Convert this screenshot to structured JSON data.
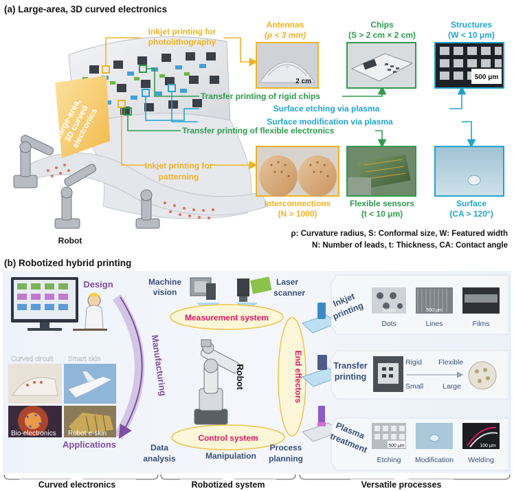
{
  "panel_a": {
    "title": "(a) Large-area, 3D curved electronics",
    "badge": [
      "Large-area,",
      "3D curved",
      "electronics"
    ],
    "robot": "Robot",
    "inkjet_litho": [
      "Inkjet printing for",
      "photolithography"
    ],
    "inkjet_pattern": [
      "Inkjet printing for",
      "patterning"
    ],
    "transfer_rigid": "Transfer printing of rigid chips",
    "etching": "Surface etching via plasma",
    "modification": "Surface modification via plasma",
    "transfer_flexible": "Transfer printing of flexible electronics",
    "antennas": {
      "title": "Antennas",
      "sub": "(ρ < 3 mm)",
      "scale": "2 cm"
    },
    "chips": {
      "title": "Chips",
      "sub": "(S > 2 cm × 2 cm)"
    },
    "structures": {
      "title": "Structures",
      "sub": "(W < 10 μm)",
      "scale": "500 μm"
    },
    "interconnections": {
      "title": "Interconnections",
      "sub": "(N > 1000)"
    },
    "sensors": {
      "title": "Flexible sensors",
      "sub": "(t < 10 μm)"
    },
    "surface": {
      "title": "Surface",
      "sub": "(CA > 120°)"
    },
    "legend_1": "ρ: Curvature radius, S: Conformal size, W: Featured width",
    "legend_2": "N: Number of leads, t: Thickness, CA: Contact angle"
  },
  "panel_b": {
    "title": "(b) Robotized hybrid printing",
    "design": "Design",
    "manufacturing": "Manufacturing",
    "applications": "Applications",
    "curved_circuit": "Curved circuit",
    "smart_skin": "Smart skin",
    "bio_electronics": "Bio-electronics",
    "robot_eskin": "Robot e-skin",
    "machine_vision": [
      "Machine",
      "vision"
    ],
    "laser_scanner": [
      "Laser",
      "scanner"
    ],
    "measurement": "Measurement system",
    "robot": "Robot",
    "control": "Control system",
    "data_analysis": [
      "Data",
      "analysis"
    ],
    "manipulation": "Manipulation",
    "process_planning": [
      "Process",
      "planning"
    ],
    "end_effectors": "End effectors",
    "inkjet_printing": [
      "Inkjet",
      "printing"
    ],
    "dots": "Dots",
    "lines": "Lines",
    "films": "Films",
    "dots_scale": "50 μm",
    "lines_scale": "500 μm",
    "transfer_printing": [
      "Transfer",
      "printing"
    ],
    "rigid": "Rigid",
    "flexible": "Flexible",
    "small": "Small",
    "large": "Large",
    "plasma_treatment": [
      "Plasma",
      "treatment"
    ],
    "etching": "Etching",
    "modification": "Modification",
    "welding": "Welding",
    "etch_scale": "500 μm",
    "weld_scale": "100 μm"
  },
  "footer": {
    "curved": "Curved electronics",
    "robotized": "Robotized system",
    "versatile": "Versatile processes"
  },
  "colors": {
    "orange": "#f0b321",
    "green": "#2c9b4c",
    "blue": "#1fa3cf",
    "purple": "#7e4fa3",
    "magenta": "#e5135f",
    "navy": "#3a4f7a"
  }
}
